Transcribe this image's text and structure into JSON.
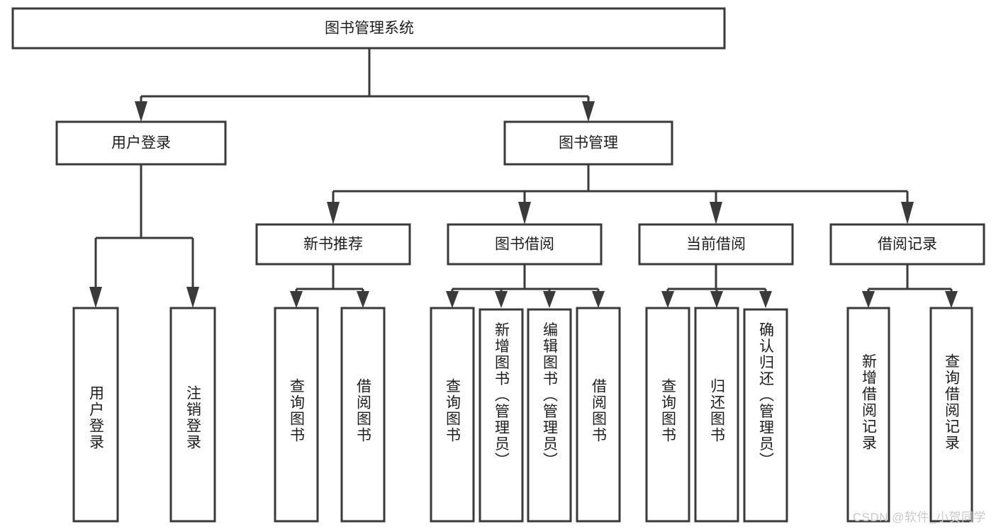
{
  "diagram": {
    "title": "图书管理系统",
    "type": "hierarchy-tree",
    "watermark": "CSDN @软件_小贺同学",
    "levels": {
      "root": {
        "label": "图书管理系统"
      },
      "level2": [
        {
          "label": "用户登录"
        },
        {
          "label": "图书管理"
        }
      ],
      "level3": [
        {
          "label": "新书推荐"
        },
        {
          "label": "图书借阅"
        },
        {
          "label": "当前借阅"
        },
        {
          "label": "借阅记录"
        }
      ],
      "leaves": {
        "user_login": [
          {
            "label": "用户登录"
          },
          {
            "label": "注销登录"
          }
        ],
        "new_book_recommend": [
          {
            "label": "查询图书"
          },
          {
            "label": "借阅图书"
          }
        ],
        "book_borrow": [
          {
            "label": "查询图书"
          },
          {
            "label": "新增图书（管理员）"
          },
          {
            "label": "编辑图书（管理员）"
          },
          {
            "label": "借阅图书"
          }
        ],
        "current_borrow": [
          {
            "label": "查询图书"
          },
          {
            "label": "归还图书"
          },
          {
            "label": "确认归还（管理员）"
          }
        ],
        "borrow_record": [
          {
            "label": "新增借阅记录"
          },
          {
            "label": "查询借阅记录"
          }
        ]
      }
    },
    "colors": {
      "box_stroke": "#3a3a3a",
      "box_fill": "#ffffff",
      "text": "#1d1d1d",
      "watermark": "#c9c9c9",
      "background": "#ffffff"
    }
  }
}
